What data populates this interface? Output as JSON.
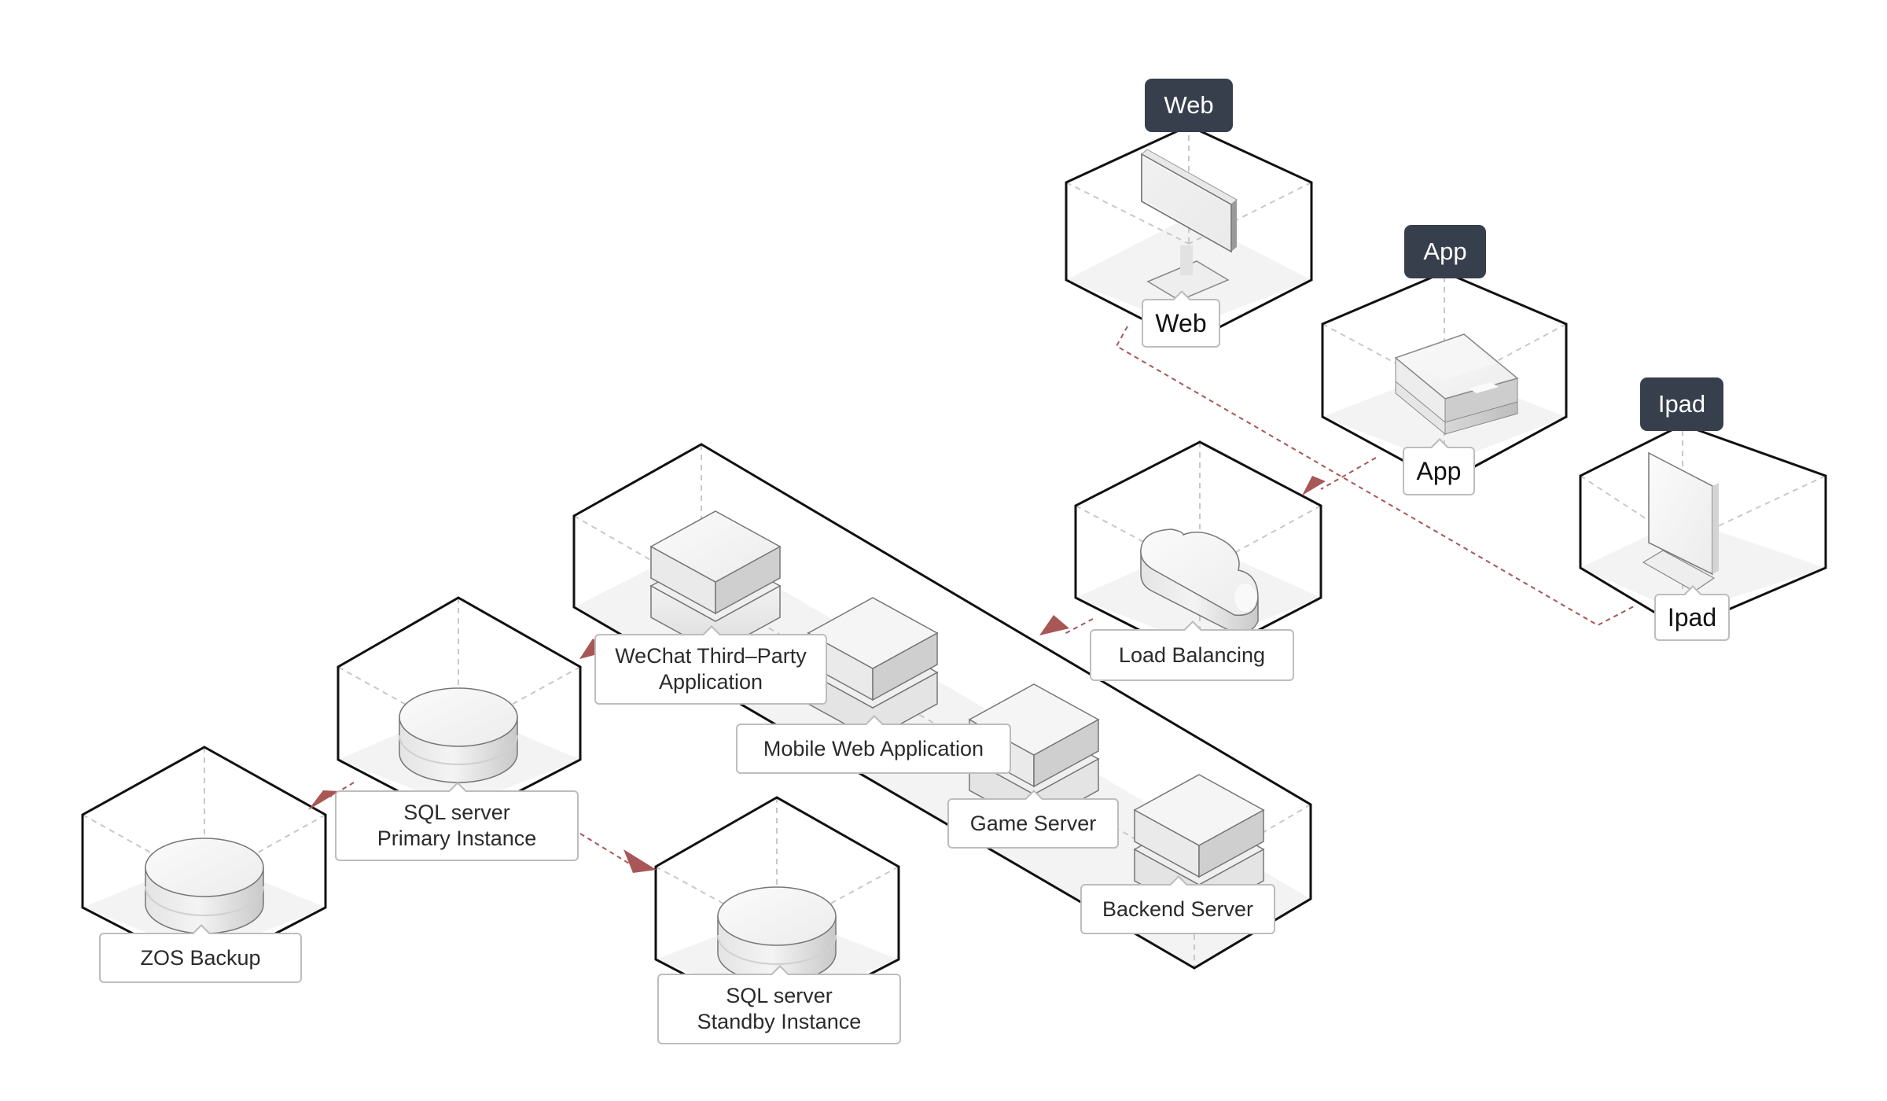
{
  "diagram": {
    "colors": {
      "badge_bg": "#373f4d",
      "connector": "#a85656",
      "outline": "#111111",
      "floor": "#f3f3f3",
      "guide": "#c8c8c8"
    },
    "clients": [
      {
        "id": "web",
        "badge": "Web",
        "label": "Web",
        "icon": "monitor-icon"
      },
      {
        "id": "app",
        "badge": "App",
        "label": "App",
        "icon": "mobile-device-icon"
      },
      {
        "id": "ipad",
        "badge": "Ipad",
        "label": "Ipad",
        "icon": "tablet-icon"
      }
    ],
    "nodes": {
      "load_balancing": {
        "label": [
          "Load Balancing"
        ],
        "icon": "cloud-icon"
      },
      "wechat": {
        "label": [
          "WeChat Third–Party",
          "Application"
        ],
        "icon": "server-stack-icon"
      },
      "mobile_web": {
        "label": [
          "Mobile Web Application"
        ],
        "icon": "server-stack-icon"
      },
      "game_server": {
        "label": [
          "Game Server"
        ],
        "icon": "server-stack-icon"
      },
      "backend_server": {
        "label": [
          "Backend Server"
        ],
        "icon": "server-stack-icon"
      },
      "sql_primary": {
        "label": [
          "SQL server",
          "Primary Instance"
        ],
        "icon": "database-icon"
      },
      "sql_standby": {
        "label": [
          "SQL server",
          "Standby Instance"
        ],
        "icon": "database-icon"
      },
      "zos_backup": {
        "label": [
          "ZOS Backup"
        ],
        "icon": "database-icon"
      }
    },
    "connections": [
      {
        "from": "Web",
        "to": "Ipad",
        "style": "dashed"
      },
      {
        "from": "App",
        "to": "Load Balancing",
        "style": "dashed-arrow"
      },
      {
        "from": "Load Balancing",
        "to": "Application Servers",
        "style": "dashed-arrow"
      },
      {
        "from": "WeChat Third–Party Application",
        "to": "SQL server Primary Instance",
        "style": "dashed-arrow"
      },
      {
        "from": "SQL server Primary Instance",
        "to": "ZOS Backup",
        "style": "dashed-arrow"
      },
      {
        "from": "SQL server Primary Instance",
        "to": "SQL server Standby Instance",
        "style": "dashed-arrow"
      }
    ]
  }
}
